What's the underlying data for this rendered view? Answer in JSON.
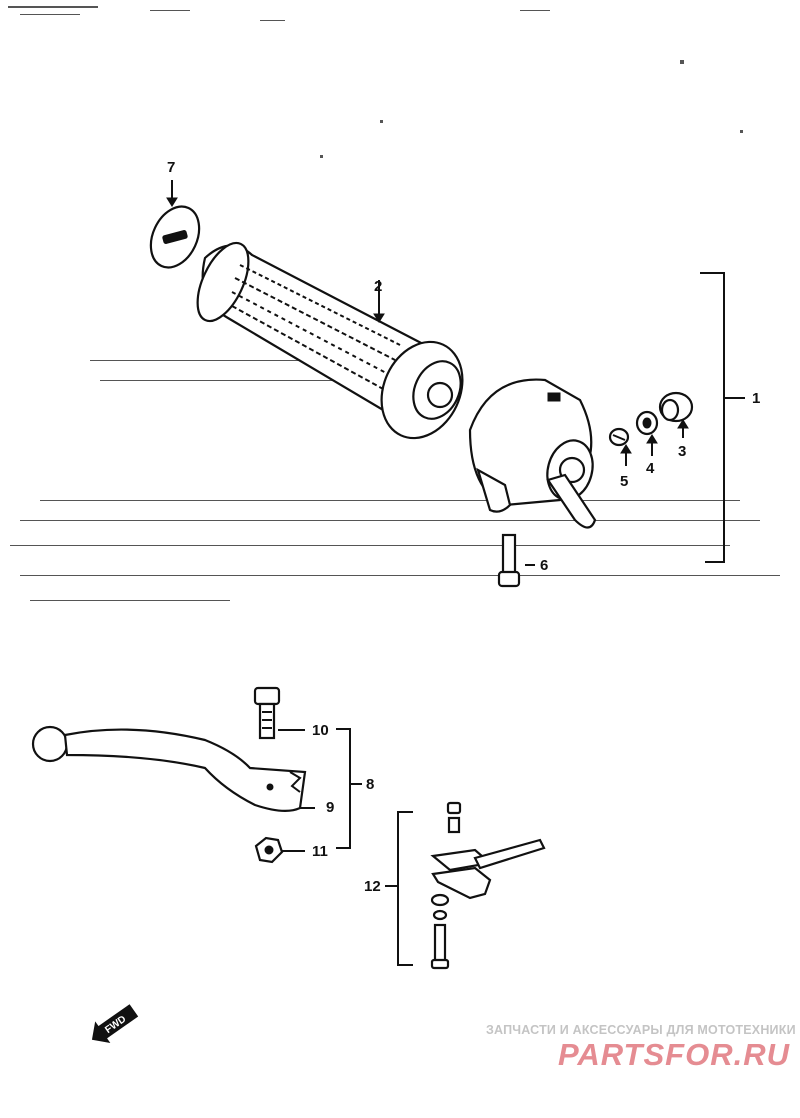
{
  "callouts": {
    "grip_assembly": "1",
    "grip": "2",
    "part_3": "3",
    "part_4": "4",
    "part_5": "5",
    "screw": "6",
    "cap": "7",
    "lever_assembly": "8",
    "lever": "9",
    "bolt": "10",
    "nut": "11",
    "cable_adjuster_assembly": "12"
  },
  "direction_badge": "FWD",
  "watermark": {
    "tagline": "ЗАПЧАСТИ И АКСЕССУАРЫ ДЛЯ МОТОТЕХНИКИ",
    "brand": "PARTSFOR.RU"
  },
  "colors": {
    "line": "#111111",
    "watermark_text": "#c4c4c4",
    "watermark_brand": "#e58c92"
  }
}
